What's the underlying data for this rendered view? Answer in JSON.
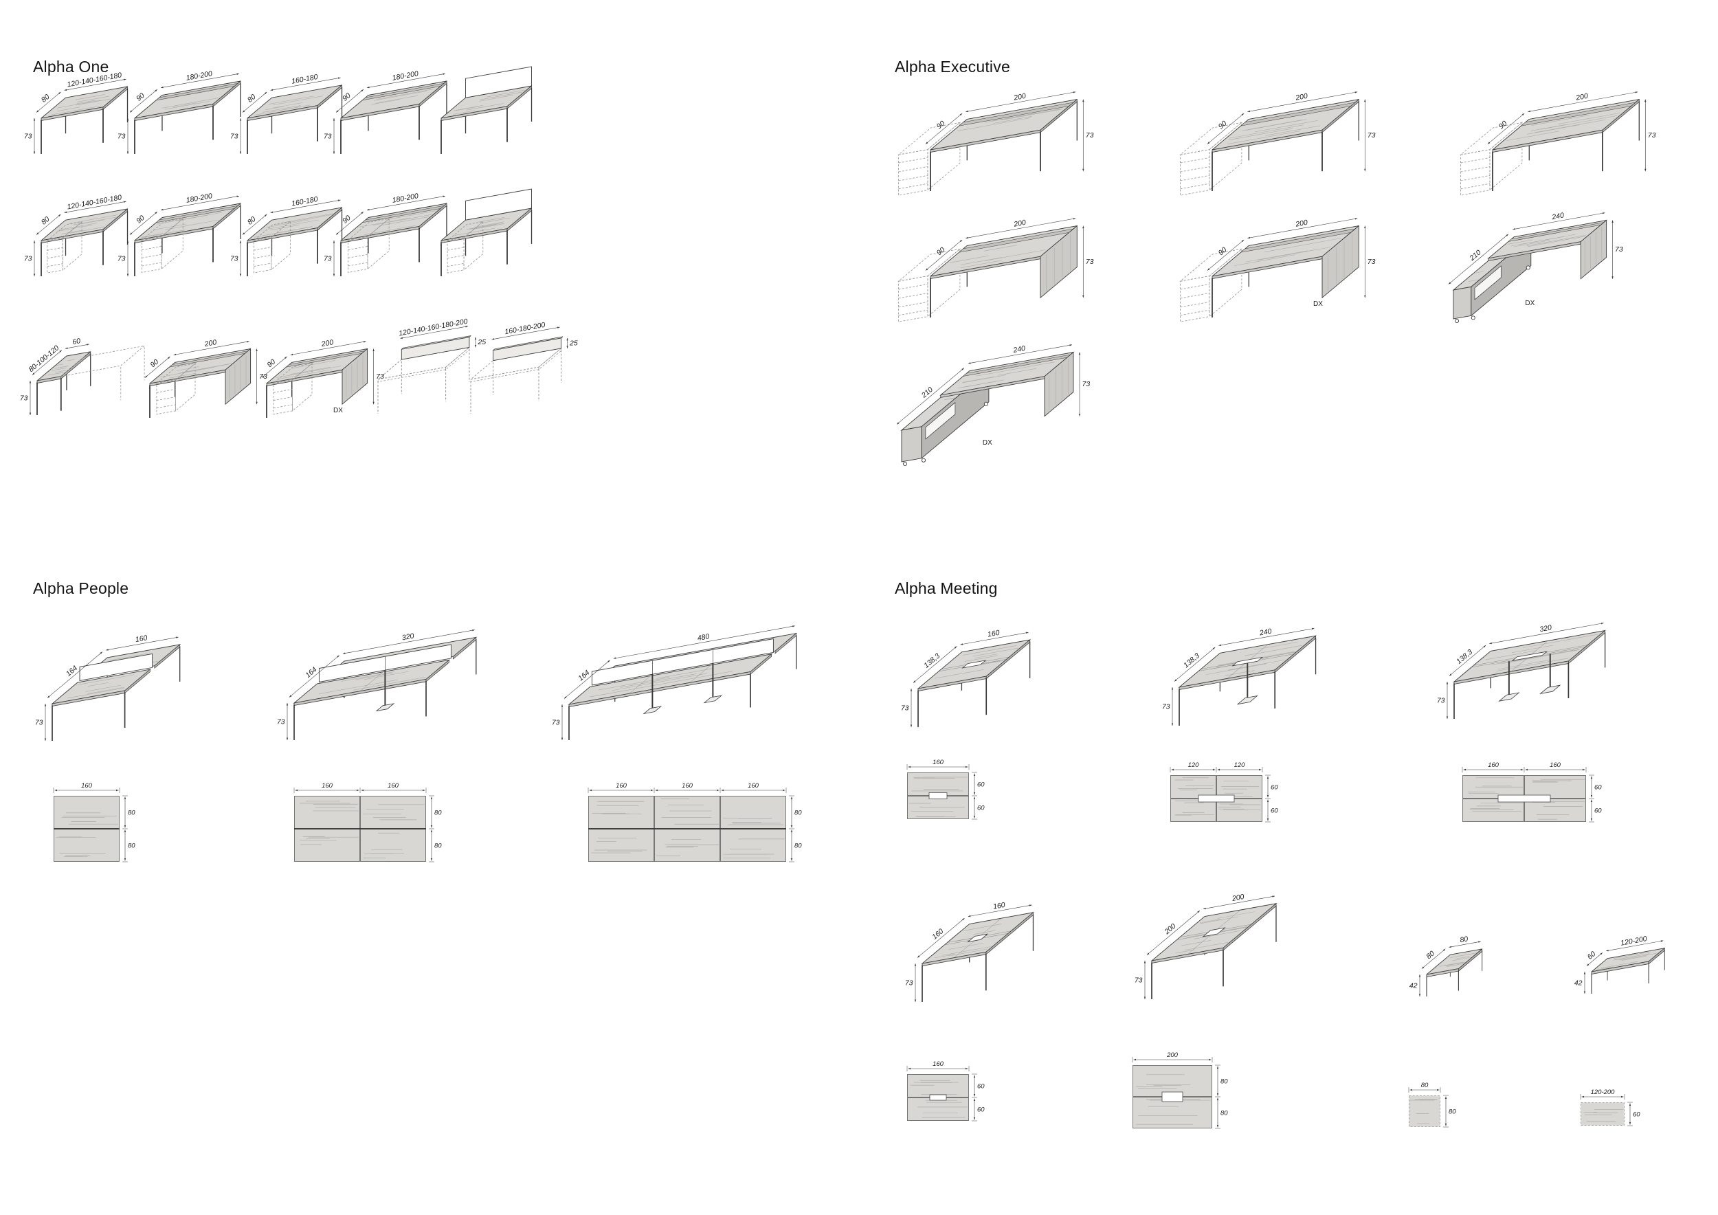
{
  "colors": {
    "background": "#ffffff",
    "ink": "#3c3c3c",
    "dashed": "#949494",
    "wood": "#d8d7d4",
    "wood_dark": "#c3c2bf",
    "side": "#b7b6b3",
    "streak": "#aeada9",
    "screen": "#ffffff",
    "label": "#1c1c1c"
  },
  "sections": [
    {
      "title": "Alpha One",
      "items": [
        {
          "type": "desk",
          "dims": {
            "a": "80",
            "b": "120-140-160-180",
            "h": "73"
          }
        },
        {
          "type": "desk",
          "features": [
            "slot"
          ],
          "dims": {
            "a": "90",
            "b": "180-200",
            "h": "73"
          }
        },
        {
          "type": "desk",
          "dims": {
            "a": "80",
            "b": "160-180",
            "h": "73"
          }
        },
        {
          "type": "desk",
          "features": [
            "slot"
          ],
          "dims": {
            "a": "90",
            "b": "180-200",
            "h": "73"
          }
        },
        {
          "type": "desk",
          "features": [
            "screen"
          ],
          "dims": {}
        },
        {
          "type": "desk",
          "features": [
            "pedestal"
          ],
          "dims": {
            "a": "80",
            "b": "120-140-160-180",
            "h": "73"
          }
        },
        {
          "type": "desk",
          "features": [
            "pedestal",
            "slot"
          ],
          "dims": {
            "a": "90",
            "b": "180-200",
            "h": "73"
          }
        },
        {
          "type": "desk",
          "features": [
            "pedestal"
          ],
          "dims": {
            "a": "80",
            "b": "160-180",
            "h": "73"
          }
        },
        {
          "type": "desk",
          "features": [
            "pedestal",
            "slot"
          ],
          "dims": {
            "a": "90",
            "b": "180-200",
            "h": "73"
          }
        },
        {
          "type": "desk",
          "features": [
            "pedestal",
            "screen"
          ],
          "dims": {}
        },
        {
          "type": "return-desk",
          "dims": {
            "a": "80-100-120",
            "b": "60",
            "h": "73"
          }
        },
        {
          "type": "desk",
          "features": [
            "pedestal",
            "panel-leg",
            "slot"
          ],
          "dims": {
            "a": "90",
            "b": "200",
            "h": "73"
          }
        },
        {
          "type": "desk",
          "features": [
            "pedestal",
            "panel-leg",
            "slot"
          ],
          "dims": {
            "a": "90",
            "b": "200",
            "h": "73"
          },
          "note": "DX"
        },
        {
          "type": "screen-accessory",
          "dims": {
            "b": "120-140-160-180-200",
            "h": "25"
          }
        },
        {
          "type": "screen-accessory",
          "dims": {
            "b": "160-180-200",
            "h": "25"
          }
        }
      ]
    },
    {
      "title": "Alpha Executive",
      "items": [
        {
          "type": "desk",
          "features": [
            "tall-pedestal",
            "slot"
          ],
          "dims": {
            "a": "90",
            "b": "200",
            "h": "73"
          }
        },
        {
          "type": "desk",
          "features": [
            "tall-pedestal",
            "slot"
          ],
          "dims": {
            "a": "90",
            "b": "200",
            "h": "73"
          }
        },
        {
          "type": "desk",
          "features": [
            "tall-pedestal",
            "slot"
          ],
          "dims": {
            "a": "90",
            "b": "200",
            "h": "73"
          }
        },
        {
          "type": "desk",
          "features": [
            "tall-pedestal",
            "panel-leg",
            "slot"
          ],
          "dims": {
            "a": "90",
            "b": "200",
            "h": "73"
          }
        },
        {
          "type": "desk",
          "features": [
            "tall-pedestal",
            "panel-leg",
            "slot"
          ],
          "dims": {
            "a": "90",
            "b": "200",
            "h": "73"
          },
          "note": "DX"
        },
        {
          "type": "l-desk",
          "dims": {
            "a": "210",
            "b": "240",
            "h": "73"
          },
          "note": "DX"
        },
        {
          "type": "l-desk",
          "dims": {
            "a": "210",
            "b": "240",
            "h": "73"
          },
          "note": "DX"
        }
      ]
    },
    {
      "title": "Alpha People",
      "items": [
        {
          "type": "bench",
          "modules": 1,
          "dims": {
            "a": "164",
            "b": "160",
            "h": "73"
          }
        },
        {
          "type": "bench",
          "modules": 2,
          "dims": {
            "a": "164",
            "b": "320",
            "h": "73"
          }
        },
        {
          "type": "bench",
          "modules": 3,
          "dims": {
            "a": "164",
            "b": "480",
            "h": "73"
          }
        },
        {
          "type": "plan",
          "cols": [
            "160"
          ],
          "rows": [
            "80",
            "80"
          ]
        },
        {
          "type": "plan",
          "cols": [
            "160",
            "160"
          ],
          "rows": [
            "80",
            "80"
          ]
        },
        {
          "type": "plan",
          "cols": [
            "160",
            "160",
            "160"
          ],
          "rows": [
            "80",
            "80"
          ]
        }
      ]
    },
    {
      "title": "Alpha Meeting",
      "items": [
        {
          "type": "meeting-table",
          "dims": {
            "a": "138,3",
            "b": "160",
            "h": "73"
          }
        },
        {
          "type": "meeting-table",
          "dims": {
            "a": "138,3",
            "b": "240",
            "h": "73"
          }
        },
        {
          "type": "meeting-table",
          "dims": {
            "a": "138,3",
            "b": "320",
            "h": "73"
          }
        },
        {
          "type": "plan",
          "features": [
            "slot"
          ],
          "cols": [
            "160"
          ],
          "rows": [
            "60",
            "60"
          ]
        },
        {
          "type": "plan",
          "features": [
            "slot"
          ],
          "cols": [
            "120",
            "120"
          ],
          "rows": [
            "60",
            "60"
          ]
        },
        {
          "type": "plan",
          "features": [
            "slot"
          ],
          "cols": [
            "160",
            "160"
          ],
          "rows": [
            "60",
            "60"
          ]
        },
        {
          "type": "meeting-table",
          "dims": {
            "a": "160",
            "b": "160",
            "h": "73"
          }
        },
        {
          "type": "meeting-table",
          "dims": {
            "a": "200",
            "b": "200",
            "h": "73"
          }
        },
        {
          "type": "low-table",
          "dims": {
            "a": "80",
            "b": "80",
            "h": "42"
          }
        },
        {
          "type": "low-table",
          "dims": {
            "a": "60",
            "b": "120-200",
            "h": "42"
          }
        },
        {
          "type": "plan",
          "features": [
            "slot"
          ],
          "cols": [
            "160"
          ],
          "rows": [
            "60",
            "60"
          ]
        },
        {
          "type": "plan",
          "features": [
            "slot"
          ],
          "cols": [
            "200"
          ],
          "rows": [
            "80",
            "80"
          ]
        },
        {
          "type": "plan",
          "features": [
            "dashed"
          ],
          "cols": [
            "80"
          ],
          "rows": [
            "80"
          ]
        },
        {
          "type": "plan",
          "features": [
            "dashed"
          ],
          "cols": [
            "120-200"
          ],
          "rows": [
            "60"
          ]
        }
      ]
    }
  ]
}
